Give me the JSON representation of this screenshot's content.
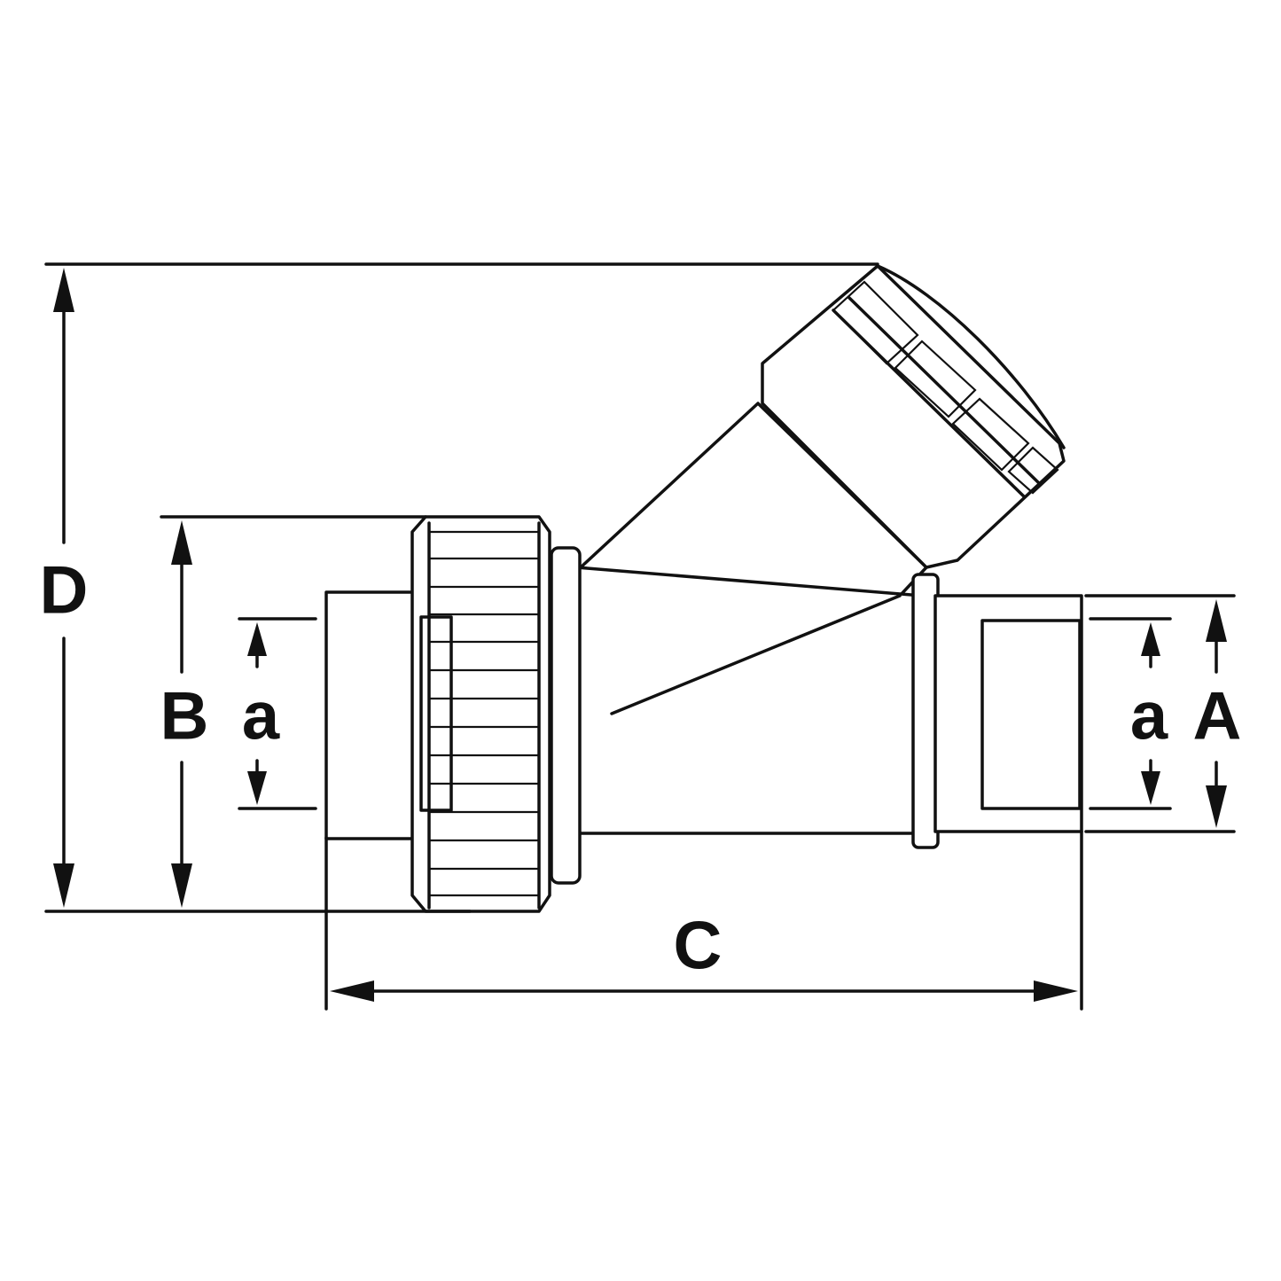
{
  "labels": {
    "D": "D",
    "B": "B",
    "a_left": "a",
    "a_right": "a",
    "A": "A",
    "C": "C"
  },
  "colors": {
    "line": "#111111",
    "background": "#ffffff"
  }
}
